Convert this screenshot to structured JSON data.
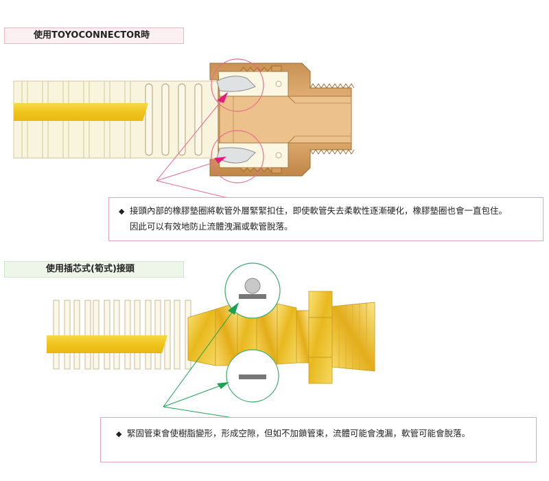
{
  "section1": {
    "label": "使用TOYOCONNECTOR時",
    "note_bullet": "◆",
    "note_lines": [
      "接頭內部的橡膠墊圈將軟管外層緊緊扣住，即使軟管失去柔軟性逐漸硬化，橡膠墊圈也會一直包住。",
      "因此可以有效地防止流體洩漏或軟管脫落。"
    ]
  },
  "section2": {
    "label": "使用插芯式(筍式)接頭",
    "note_bullet": "◆",
    "note_lines": [
      "緊固管束會使樹脂變形，形成空隙，但如不加鎖管束，流體可能會洩漏，軟管可能會脫落。"
    ]
  },
  "colors": {
    "hose": "#f7f3dc",
    "hose_line": "#cfc6a2",
    "core_yellow": "#f2cc2a",
    "brass": "#e0ad72",
    "brass_dark": "#b98543",
    "magenta_arrow": "#e6197e",
    "magenta_circle": "#e56b8d",
    "green_arrow": "#1aa152",
    "green_circle": "#3ea86a",
    "pale_pink": "#fdf0f2",
    "pale_green": "#eef6ea"
  }
}
